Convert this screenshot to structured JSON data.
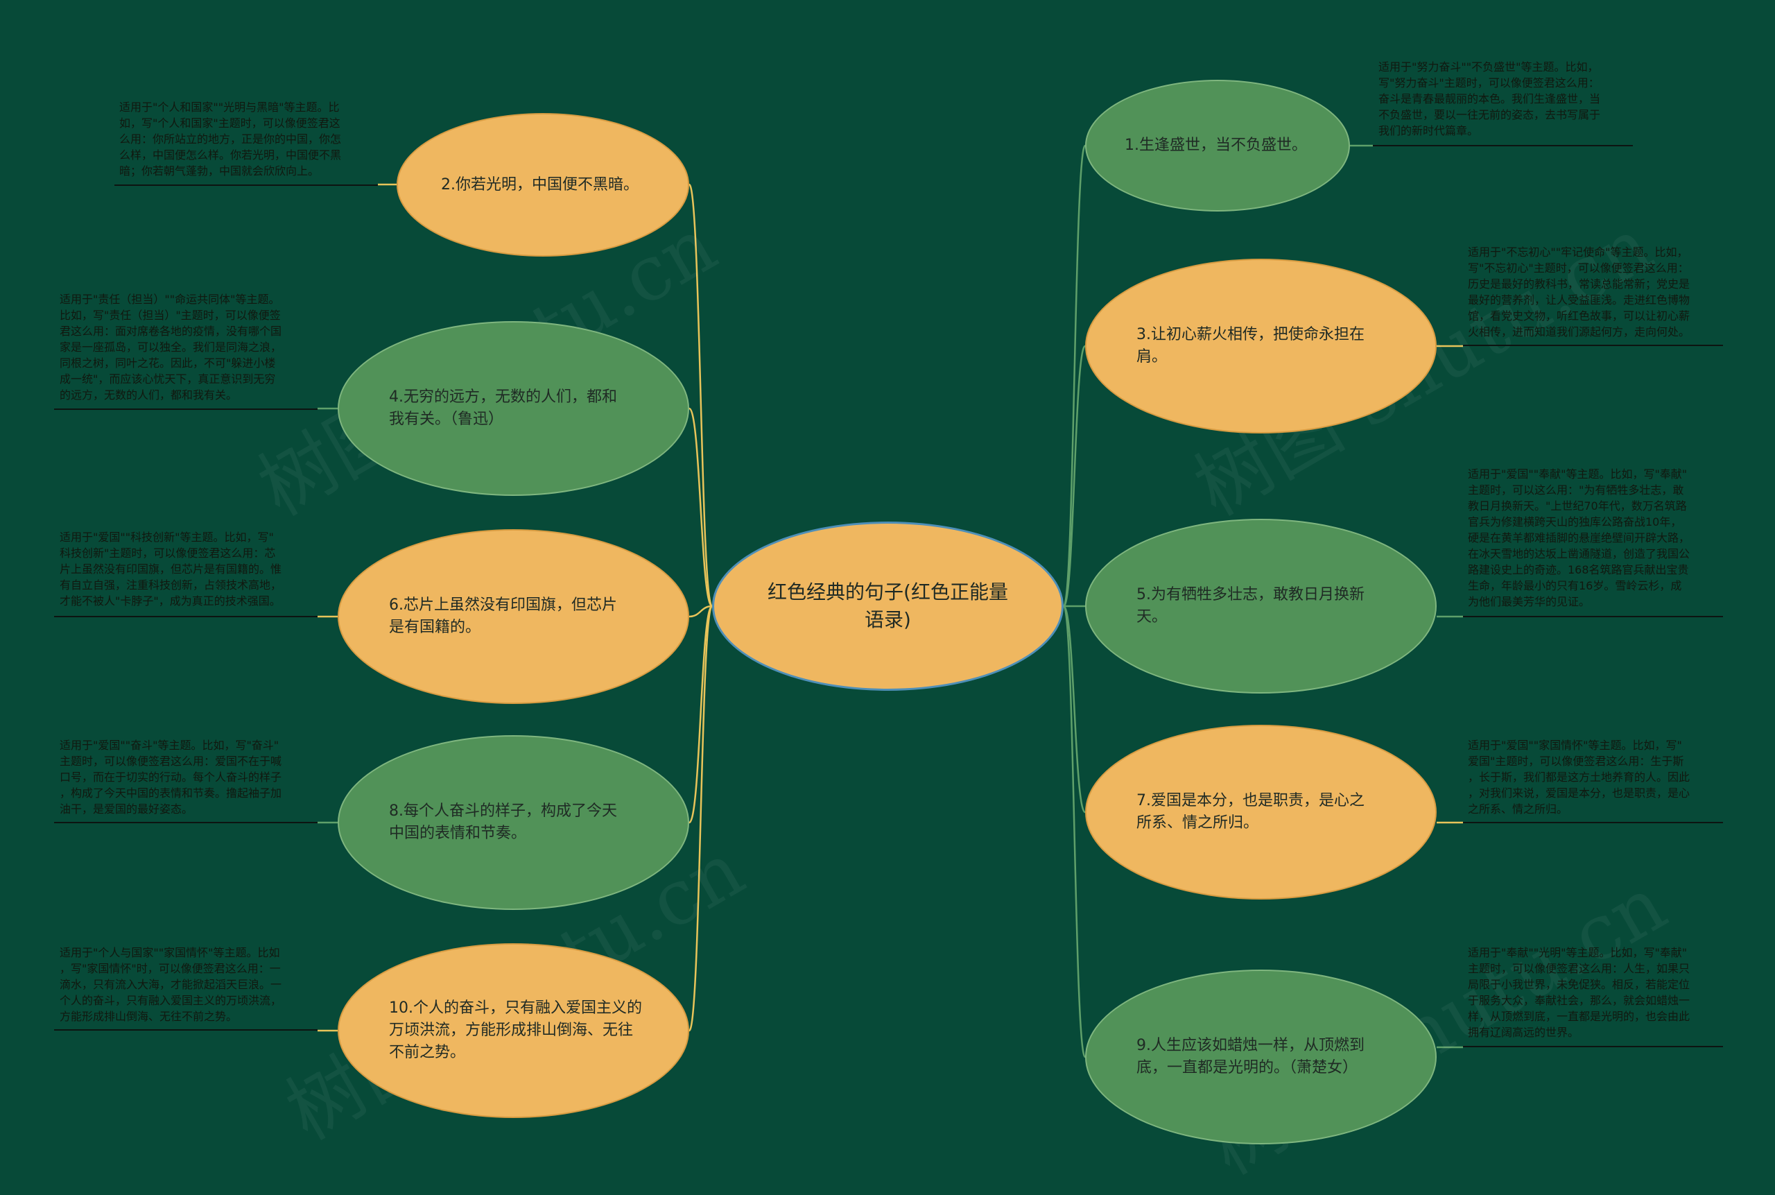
{
  "center": {
    "label": "红色经典的句子(红色正能量语录)"
  },
  "branches": [
    {
      "id": "b1",
      "label": "1.生逢盛世，当不负盛世。",
      "color": "green",
      "note": "适用于\"努力奋斗\"\"不负盛世\"等主题。比如，\n写\"努力奋斗\"主题时，可以像便签君这么用：\n奋斗是青春最靓丽的本色。我们生逢盛世，当\n不负盛世，要以一往无前的姿态，去书写属于\n我们的新时代篇章。"
    },
    {
      "id": "b2",
      "label": "2.你若光明，中国便不黑暗。",
      "color": "yellow",
      "note": "适用于\"个人和国家\"\"光明与黑暗\"等主题。比\n如，写\"个人和国家\"主题时，可以像便签君这\n么用：你所站立的地方，正是你的中国，你怎\n么样，中国便怎么样。你若光明，中国便不黑\n暗；你若朝气蓬勃，中国就会欣欣向上。"
    },
    {
      "id": "b3",
      "label": "3.让初心薪火相传，把使命永担在肩。",
      "color": "yellow",
      "note": "适用于\"不忘初心\"\"牢记使命\"等主题。比如，\n写\"不忘初心\"主题时，可以像便签君这么用：\n历史是最好的教科书，常读总能常新；党史是\n最好的营养剂，让人受益匪浅。走进红色博物\n馆，看党史文物，听红色故事，可以让初心薪\n火相传，进而知道我们源起何方，走向何处。"
    },
    {
      "id": "b4",
      "label": "4.无穷的远方，无数的人们，都和我有关。（鲁迅）",
      "color": "green",
      "note": "适用于\"责任（担当）\"\"命运共同体\"等主题。\n比如，写\"责任（担当）\"主题时，可以像便签\n君这么用：面对席卷各地的疫情，没有哪个国\n家是一座孤岛，可以独全。我们是同海之浪，\n同根之树，同叶之花。因此，不可\"躲进小楼\n成一统\"，而应该心忧天下，真正意识到无穷\n的远方，无数的人们，都和我有关。"
    },
    {
      "id": "b5",
      "label": "5.为有牺牲多壮志，敢教日月换新天。",
      "color": "green",
      "note": "适用于\"爱国\"\"奉献\"等主题。比如，写\"奉献\"\n主题时，可以这么用：\"为有牺牲多壮志，敢\n教日月换新天。\"上世纪70年代，数万名筑路\n官兵为修建横跨天山的独库公路奋战10年，\n硬是在黄羊都难插脚的悬崖绝壁间开辟大路，\n在冰天雪地的达坂上凿通隧道，创造了我国公\n路建设史上的奇迹。168名筑路官兵献出宝贵\n生命，年龄最小的只有16岁。雪岭云杉，成\n为他们最美芳华的见证。"
    },
    {
      "id": "b6",
      "label": "6.芯片上虽然没有印国旗，但芯片是有国籍的。",
      "color": "yellow",
      "note": "适用于\"爱国\"\"科技创新\"等主题。比如，写\"\n科技创新\"主题时，可以像便签君这么用：芯\n片上虽然没有印国旗，但芯片是有国籍的。惟\n有自立自强，注重科技创新，占领技术高地，\n才能不被人\"卡脖子\"，成为真正的技术强国。"
    },
    {
      "id": "b7",
      "label": "7.爱国是本分，也是职责，是心之所系、情之所归。",
      "color": "yellow",
      "note": "适用于\"爱国\"\"家国情怀\"等主题。比如，写\"\n爱国\"主题时，可以像便签君这么用：生于斯\n，长于斯，我们都是这方土地养育的人。因此\n，对我们来说，爱国是本分，也是职责，是心\n之所系、情之所归。"
    },
    {
      "id": "b8",
      "label": "8.每个人奋斗的样子，构成了今天中国的表情和节奏。",
      "color": "green",
      "note": "适用于\"爱国\"\"奋斗\"等主题。比如，写\"奋斗\"\n主题时，可以像便签君这么用：爱国不在于喊\n口号，而在于切实的行动。每个人奋斗的样子\n，构成了今天中国的表情和节奏。撸起袖子加\n油干，是爱国的最好姿态。"
    },
    {
      "id": "b9",
      "label": "9.人生应该如蜡烛一样，从顶燃到底，一直都是光明的。（萧楚女）",
      "color": "green",
      "note": "适用于\"奉献\"\"光明\"等主题。比如，写\"奉献\"\n主题时，可以像便签君这么用：人生，如果只\n局限于小我世界，未免促狭。相反，若能定位\n于服务大众，奉献社会，那么，就会如蜡烛一\n样，从顶燃到底，一直都是光明的，也会由此\n拥有辽阔高远的世界。"
    },
    {
      "id": "b10",
      "label": "10.个人的奋斗，只有融入爱国主义的万顷洪流，方能形成排山倒海、无往不前之势。",
      "color": "yellow",
      "note": "适用于\"个人与国家\"\"家国情怀\"等主题。比如\n，写\"家国情怀\"时，可以像便签君这么用：一\n滴水，只有流入大海，才能掀起滔天巨浪。一\n个人的奋斗，只有融入爱国主义的万顷洪流，\n方能形成排山倒海、无往不前之势。"
    }
  ],
  "watermark": "树图 shutu.cn",
  "colors": {
    "background": "#074a38",
    "node_yellow": "#efb760",
    "node_green": "#519258",
    "link_yellow": "#e8c45a",
    "link_green": "#5fa06a",
    "center_border": "#4e8fb8"
  }
}
